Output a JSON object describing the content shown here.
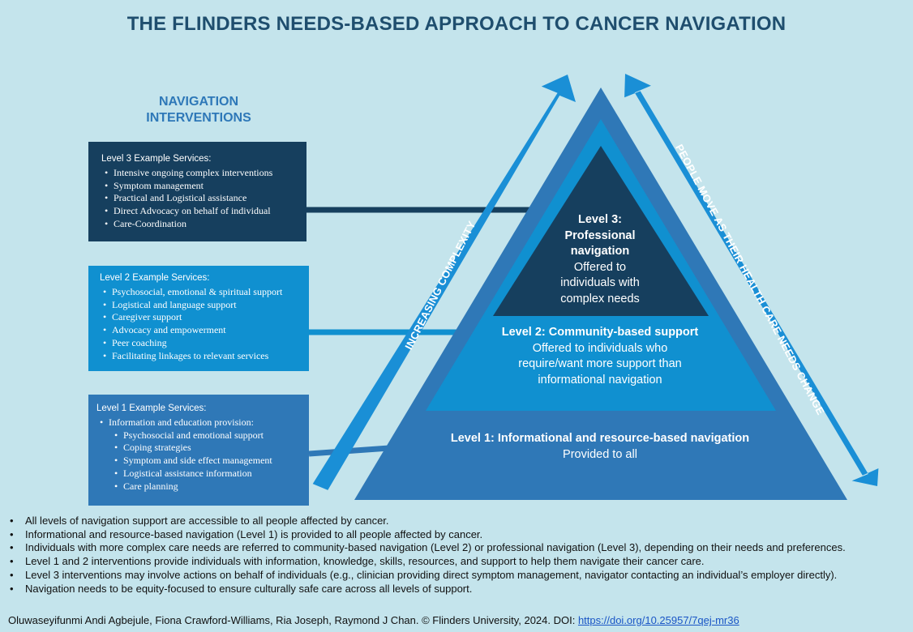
{
  "title": "THE FLINDERS NEEDS-BASED APPROACH TO CANCER NAVIGATION",
  "nav_heading": {
    "line1": "NAVIGATION",
    "line2": "INTERVENTIONS"
  },
  "level3_box": {
    "title": "Level 3 Example Services:",
    "items": [
      "Intensive ongoing complex interventions",
      "Symptom management",
      "Practical and Logistical assistance",
      "Direct Advocacy on behalf of individual",
      "Care-Coordination"
    ]
  },
  "level2_box": {
    "title": "Level 2 Example Services:",
    "items": [
      "Psychosocial, emotional & spiritual support",
      "Logistical and language support",
      "Caregiver support",
      "Advocacy and empowerment",
      "Peer coaching",
      "Facilitating  linkages to relevant services"
    ]
  },
  "level1_box": {
    "title": "Level 1 Example Services:",
    "main_item": "Information and education provision:",
    "sub_items": [
      "Psychosocial and emotional support",
      "Coping strategies",
      "Symptom and side effect management",
      "Logistical assistance information",
      "Care planning"
    ]
  },
  "pyramid": {
    "level3": {
      "l1": "Level 3:",
      "l2": "Professional",
      "l3": "navigation",
      "l4": "Offered to",
      "l5": "individuals with",
      "l6": "complex needs"
    },
    "level2": {
      "title": "Level 2: Community-based support",
      "l1": "Offered to individuals who",
      "l2": "require/want more support than",
      "l3": "informational navigation"
    },
    "level1": {
      "title": "Level 1: Informational and resource-based navigation",
      "sub": "Provided to all"
    }
  },
  "arrows": {
    "left": "INCREASING COMPLEXITY",
    "right": "PEOPLE MOVE AS THEIR HEALTH CARE NEEDS CHANGE"
  },
  "notes": [
    "All levels of navigation support are accessible to all people affected by cancer.",
    "Informational and resource-based navigation (Level 1) is provided to all people affected by cancer.",
    "Individuals with more complex care needs are referred to community-based navigation (Level 2) or professional navigation (Level 3), depending on their needs and preferences.",
    "Level 1 and 2 interventions provide individuals with information, knowledge, skills, resources, and support to help them navigate their cancer care.",
    "Level 3 interventions may involve actions on behalf of individuals (e.g., clinician providing direct symptom management, navigator contacting an individual’s employer directly).",
    "Navigation needs to be equity-focused to ensure culturally safe care across all levels of support."
  ],
  "citation": {
    "text": "Oluwaseyifunmi Andi Agbejule, Fiona Crawford-Williams, Ria Joseph, Raymond J Chan. © Flinders University, 2024. DOI: ",
    "link": "https://doi.org/10.25957/7qej-mr36"
  },
  "colors": {
    "background": "#c4e4ec",
    "level1": "#2f78b7",
    "level2": "#1090d0",
    "level3": "#163f5e",
    "arrow": "#1a8fd6",
    "title": "#1f4e6e"
  }
}
